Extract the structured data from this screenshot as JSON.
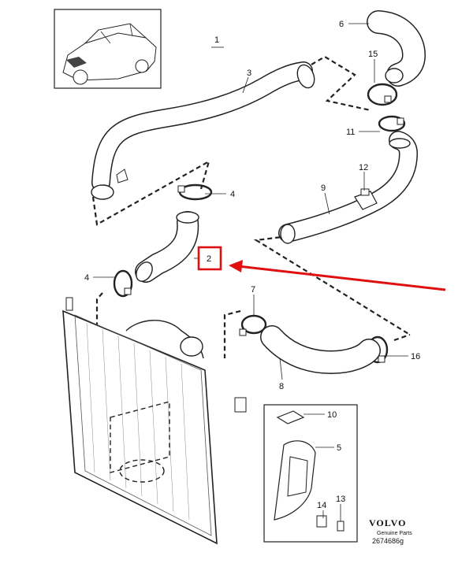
{
  "diagram_label": "1",
  "callouts": [
    {
      "id": "c2",
      "label": "2"
    },
    {
      "id": "c3",
      "label": "3"
    },
    {
      "id": "c4a",
      "label": "4"
    },
    {
      "id": "c4b",
      "label": "4"
    },
    {
      "id": "c5",
      "label": "5"
    },
    {
      "id": "c6",
      "label": "6"
    },
    {
      "id": "c7",
      "label": "7"
    },
    {
      "id": "c8",
      "label": "8"
    },
    {
      "id": "c9",
      "label": "9"
    },
    {
      "id": "c10",
      "label": "10"
    },
    {
      "id": "c11",
      "label": "11"
    },
    {
      "id": "c12",
      "label": "12"
    },
    {
      "id": "c13",
      "label": "13"
    },
    {
      "id": "c14",
      "label": "14"
    },
    {
      "id": "c15",
      "label": "15"
    },
    {
      "id": "c16",
      "label": "16"
    }
  ],
  "brand": {
    "name": "VOLVO",
    "subtitle": "Genuine Parts",
    "part_number": "2674686g"
  },
  "colors": {
    "highlight": "#e01010",
    "arrow": "#e01010",
    "line": "#222222"
  }
}
